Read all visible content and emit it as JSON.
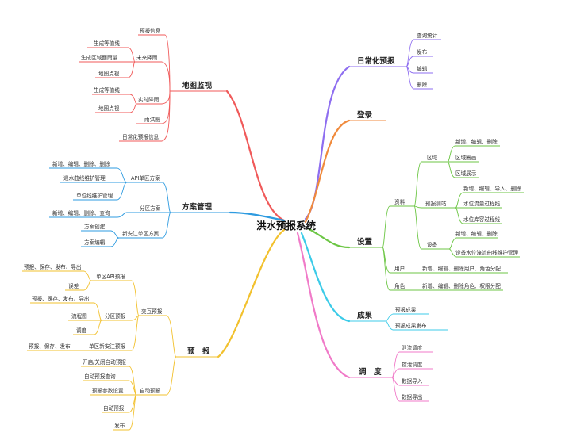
{
  "center": "洪水预报系统",
  "colors": {
    "map_monitor": "#f05a5a",
    "plan_manage": "#2e9be0",
    "forecast": "#f2c12e",
    "daily_forecast": "#8e6ef0",
    "login": "#f08a3c",
    "settings": "#6cc644",
    "results": "#3ccbe8",
    "dispatch": "#f07ac8"
  },
  "branches": {
    "map_monitor": {
      "title": "地图监视",
      "items": [
        "预报信息",
        "未来降雨",
        "生成等值线",
        "生成区域面雨量",
        "地图点视",
        "实时降雨",
        "生成等值线",
        "地图点视",
        "雨洪图",
        "日常化预报信息"
      ]
    },
    "plan_manage": {
      "title": "方案管理",
      "items": [
        "API单区方案",
        "新增、编辑、删除、删除",
        "退水曲线维护管理",
        "单位线维护管理",
        "分区方案",
        "新增、编辑、删除、查询",
        "新安江单区方案",
        "方案创建",
        "方案编辑"
      ]
    },
    "forecast": {
      "title": "预　报",
      "items": [
        "交互预报",
        "单区API预报",
        "预报、保存、发布、导出",
        "误差",
        "分区预报",
        "预报、保存、发布、导出",
        "流程图",
        "调度",
        "单区新安江预报",
        "预报、保存、发布",
        "自动预报",
        "开启/关闭自动预报",
        "自动预报查询",
        "预报参数设置",
        "自动预报",
        "发布"
      ]
    },
    "daily_forecast": {
      "title": "日常化预报",
      "items": [
        "查询统计",
        "发布",
        "编辑",
        "删除"
      ]
    },
    "login": {
      "title": "登录"
    },
    "settings": {
      "title": "设置",
      "items": [
        "资料",
        "区域",
        "新增、编辑、删除",
        "区域圈画",
        "区域展示",
        "预报测站",
        "新增、编辑、导入、删除",
        "水位流量过程线",
        "水位库容过程线",
        "设备",
        "新增、编辑、删除",
        "设备水位淹流曲线维护管理",
        "用户",
        "新增、编辑、删除用户、角色分配",
        "角色",
        "新增、编辑、删除角色、权限分配"
      ]
    },
    "results": {
      "title": "成果",
      "items": [
        "预报成果",
        "预报成果发布"
      ]
    },
    "dispatch": {
      "title": "调　度",
      "items": [
        "泄流调度",
        "控泄调度",
        "数据导入",
        "数据导出"
      ]
    }
  }
}
